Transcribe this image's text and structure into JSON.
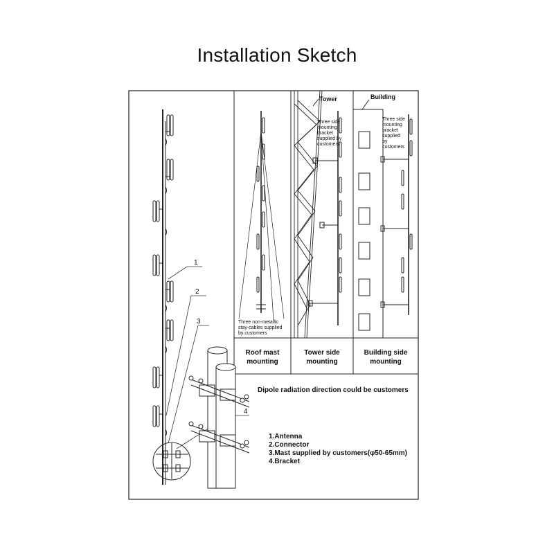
{
  "title": "Installation Sketch",
  "panels": {
    "tower_label": "Tower",
    "building_label": "Building",
    "tower_note": [
      "Three side",
      "mounting",
      "bracket",
      "supplied by",
      "customers"
    ],
    "building_note": [
      "Three side",
      "mounting",
      "bracket",
      "supplied",
      "by",
      "customers"
    ],
    "stay_note": [
      "Three non-metallic",
      "stay-cables supplied",
      "by customers"
    ],
    "roof_caption": [
      "Roof mast",
      "mounting"
    ],
    "tower_caption": [
      "Tower side",
      "mounting"
    ],
    "building_caption": [
      "Building side",
      "mounting"
    ]
  },
  "dipole_note": "Dipole radiation direction could be customers",
  "callouts": [
    "1",
    "2",
    "3",
    "4"
  ],
  "legend": [
    "1.Antenna",
    "2.Connector",
    "3.Mast supplied by customers(φ50-65mm)",
    "4.Bracket"
  ]
}
